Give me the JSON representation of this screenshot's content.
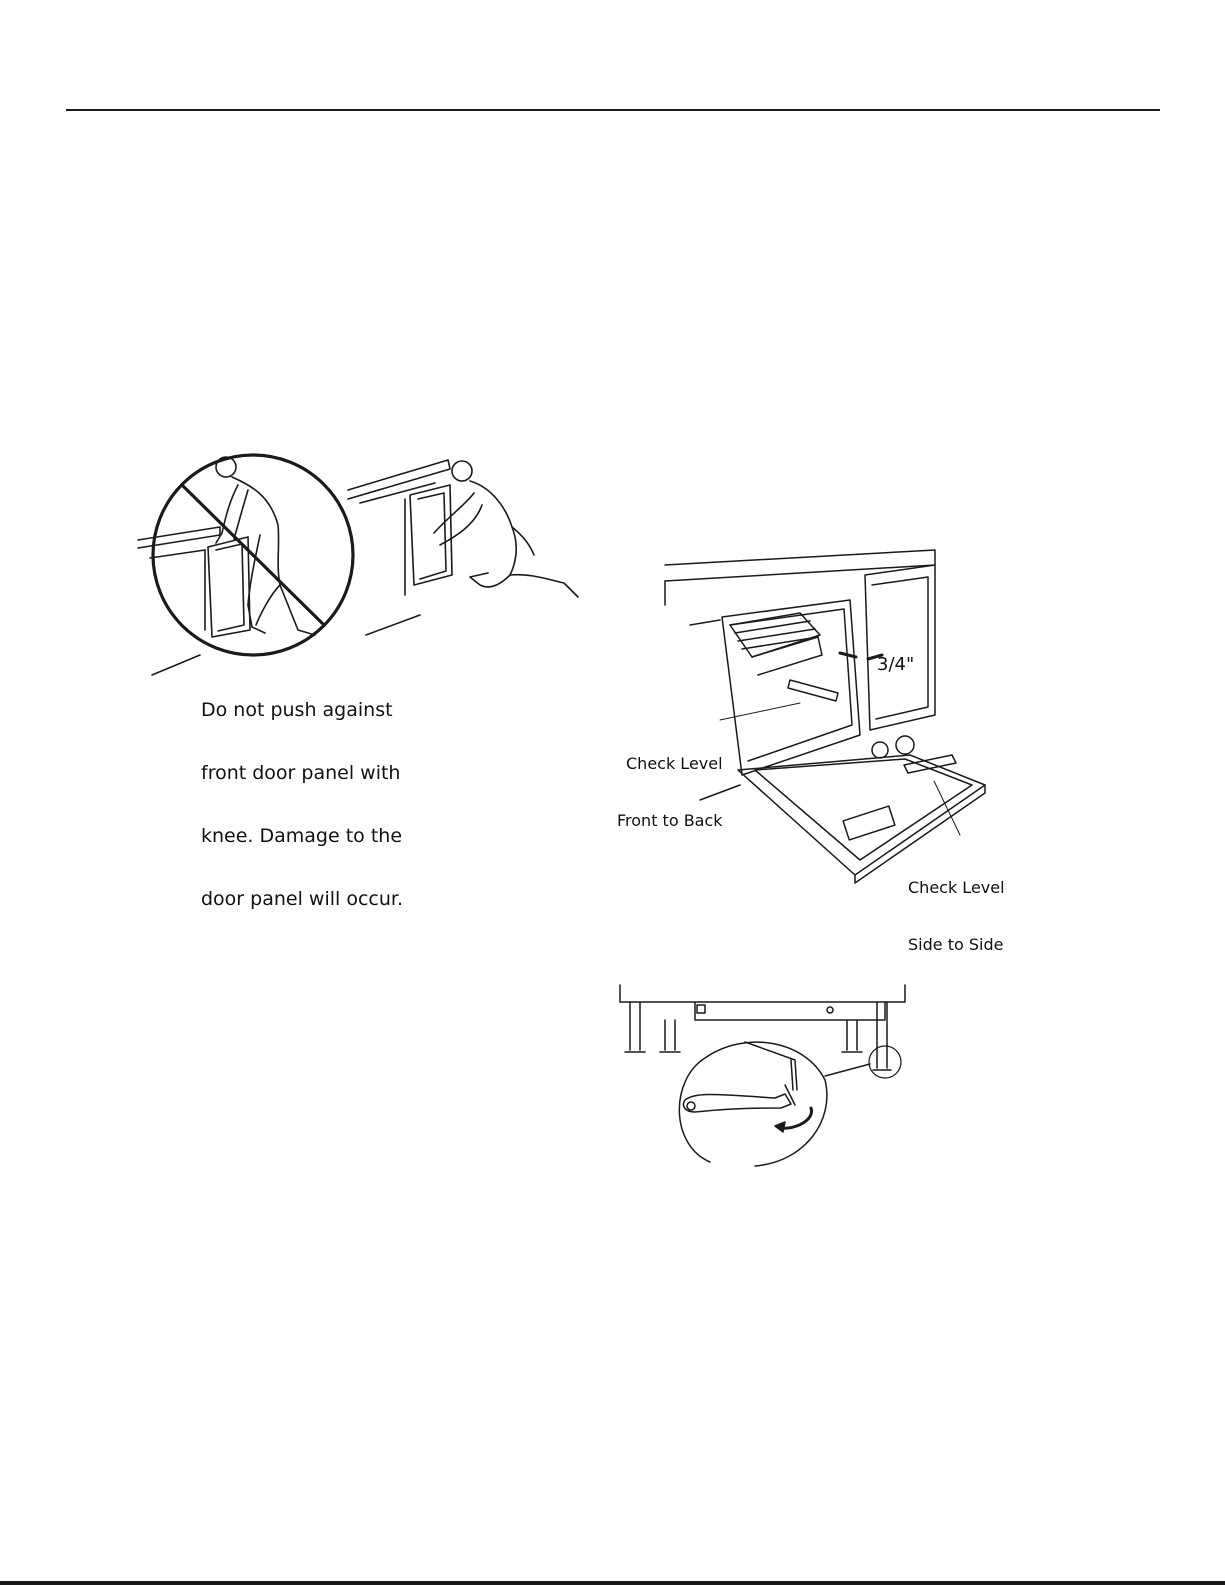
{
  "figure_install": {
    "caption_lines": [
      "Do not push against",
      "front door panel with",
      "knee. Damage to the",
      "door panel will occur."
    ]
  },
  "figure_level": {
    "gap_label": "3/4\"",
    "front_back_lines": [
      "Check Level",
      "Front to Back"
    ],
    "side_side_lines": [
      "Check Level",
      "Side to Side"
    ]
  },
  "colors": {
    "ink": "#1a1a1a",
    "paper": "#ffffff"
  }
}
